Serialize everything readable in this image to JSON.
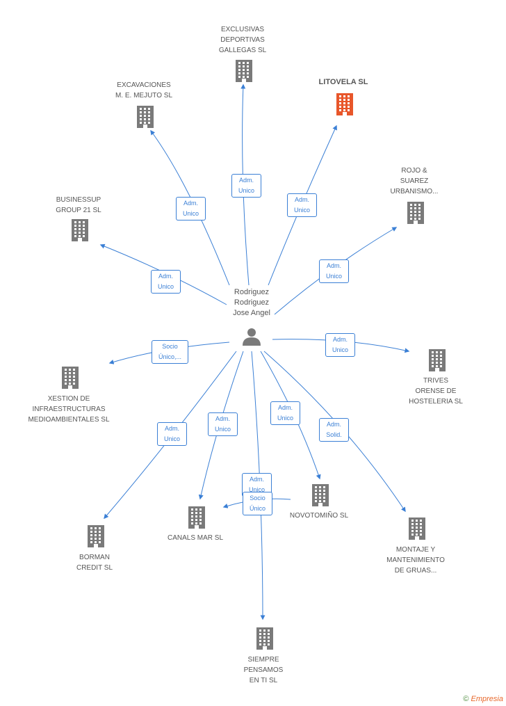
{
  "person": {
    "name": "Rodriguez\nRodriguez\nJose Angel"
  },
  "companies": [
    {
      "id": "exclusivas",
      "name": "EXCLUSIVAS\nDEPORTIVAS\nGALLEGAS SL",
      "focus": false
    },
    {
      "id": "litovela",
      "name": "LITOVELA SL",
      "focus": true
    },
    {
      "id": "excavaciones",
      "name": "EXCAVACIONES\nM.  E. MEJUTO SL",
      "focus": false
    },
    {
      "id": "rojo",
      "name": "ROJO &\nSUAREZ\nURBANISMO...",
      "focus": false
    },
    {
      "id": "businessup",
      "name": "BUSINESSUP\nGROUP 21 SL",
      "focus": false
    },
    {
      "id": "trives",
      "name": "TRIVES\nORENSE DE\nHOSTELERIA SL",
      "focus": false
    },
    {
      "id": "xestion",
      "name": "XESTION DE\nINFRAESTRUCTURAS\nMEDIOAMBIENTALES SL",
      "focus": false
    },
    {
      "id": "novotomino",
      "name": "NOVOTOMIÑO SL",
      "focus": false
    },
    {
      "id": "canals",
      "name": "CANALS MAR SL",
      "focus": false
    },
    {
      "id": "borman",
      "name": "BORMAN\nCREDIT SL",
      "focus": false
    },
    {
      "id": "montaje",
      "name": "MONTAJE Y\nMANTENIMIENTO\nDE GRUAS...",
      "focus": false
    },
    {
      "id": "siempre",
      "name": "SIEMPRE\nPENSAMOS\nEN TI SL",
      "focus": false
    }
  ],
  "relations": [
    {
      "to": "exclusivas",
      "label": "Adm.\nUnico"
    },
    {
      "to": "litovela",
      "label": "Adm.\nUnico"
    },
    {
      "to": "excavaciones",
      "label": "Adm.\nUnico"
    },
    {
      "to": "rojo",
      "label": "Adm.\nUnico"
    },
    {
      "to": "businessup",
      "label": "Adm.\nUnico"
    },
    {
      "to": "trives",
      "label": "Adm.\nUnico"
    },
    {
      "to": "xestion",
      "label": "Socio\nÚnico,..."
    },
    {
      "to": "novotomino",
      "label": "Adm.\nUnico"
    },
    {
      "to": "canals",
      "label": "Adm.\nUnico"
    },
    {
      "to": "borman",
      "label": "Adm.\nUnico"
    },
    {
      "to": "montaje",
      "label": "Adm.\nSolid."
    },
    {
      "to": "siempre",
      "label": "Adm.\nUnico"
    },
    {
      "to": "canals",
      "label": "Socio\nÚnico"
    }
  ],
  "colors": {
    "edge": "#3a7fd5",
    "building": "#7a7a7a",
    "focus_building": "#e8562a",
    "person": "#7a7a7a"
  },
  "icons": {
    "company": "building-icon",
    "person": "person-icon"
  },
  "footer": {
    "copyright": "©",
    "brand": "Empresia"
  }
}
